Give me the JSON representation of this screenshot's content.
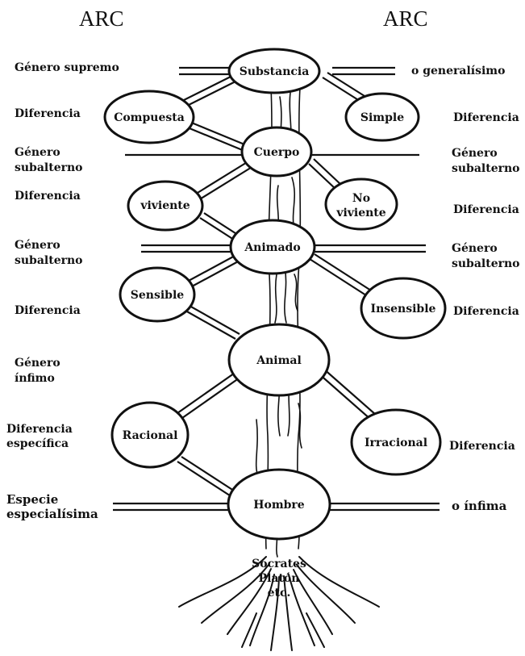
{
  "header": {
    "left": "ARC",
    "right": "ARC"
  },
  "nodes": {
    "substancia": "Substancia",
    "compuesta": "Compuesta",
    "simple": "Simple",
    "cuerpo": "Cuerpo",
    "viviente": "viviente",
    "no_viviente_1": "No",
    "no_viviente_2": "viviente",
    "animado": "Animado",
    "sensible": "Sensible",
    "insensible": "Insensible",
    "animal": "Animal",
    "racional": "Racional",
    "irracional": "Irracional",
    "hombre": "Hombre",
    "individuals": [
      "Sócrates",
      "Platón",
      "etc."
    ]
  },
  "left_labels": {
    "genero_supremo": "Género supremo",
    "diferencia_1": "Diferencia",
    "subalterno_1_a": "Género",
    "subalterno_1_b": "subalterno",
    "diferencia_2": "Diferencia",
    "subalterno_2_a": "Género",
    "subalterno_2_b": "subalterno",
    "diferencia_3": "Diferencia",
    "infimo_a": "Género",
    "infimo_b": "ínfimo",
    "especifica_a": "Diferencia",
    "especifica_b": "específica",
    "especie_a": "Especie",
    "especie_b": "especialísima"
  },
  "right_labels": {
    "generalisimo": "o generalísimo",
    "diferencia_1": "Diferencia",
    "subalterno_1_a": "Género",
    "subalterno_1_b": "subalterno",
    "diferencia_2": "Diferencia",
    "subalterno_2_a": "Género",
    "subalterno_2_b": "subalterno",
    "diferencia_3": "Diferencia",
    "diferencia_4": "Diferencia",
    "infima": "o ínfima"
  }
}
